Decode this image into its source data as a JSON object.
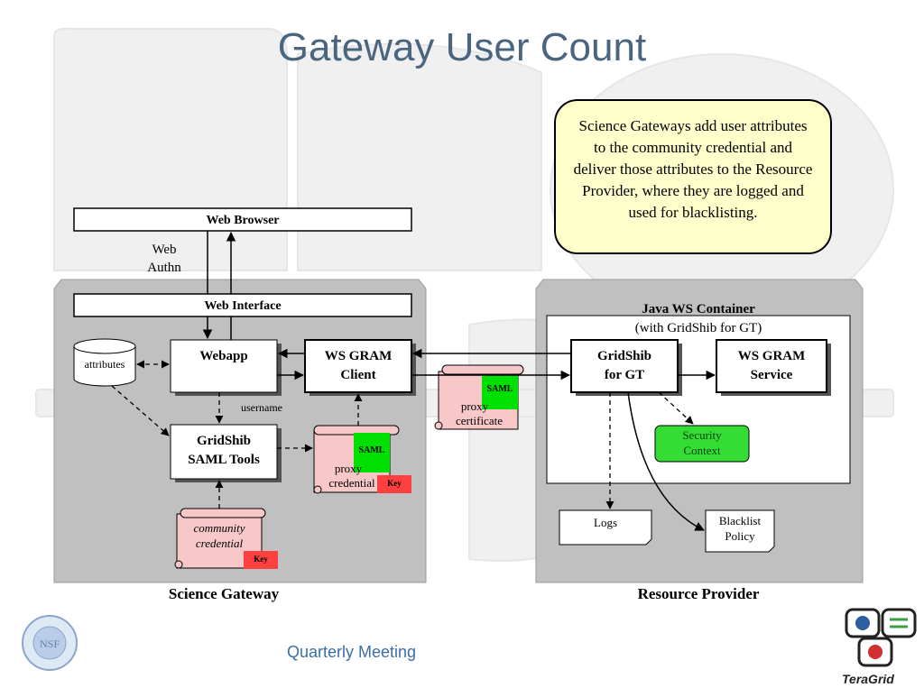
{
  "slide": {
    "title": "Gateway User Count",
    "footer": "Quarterly Meeting",
    "logo_text": "TeraGrid",
    "callout": "Science Gateways add user attributes to the community credential and deliver those attributes to the Resource Provider, where they are logged and used for blacklisting."
  },
  "gateway": {
    "panel_label": "Science Gateway",
    "web_browser": "Web Browser",
    "web_authn_line1": "Web",
    "web_authn_line2": "Authn",
    "web_interface": "Web Interface",
    "attributes": "attributes",
    "webapp": "Webapp",
    "ws_gram_client_line1": "WS GRAM",
    "ws_gram_client_line2": "Client",
    "username": "username",
    "gridshib_saml_line1": "GridShib",
    "gridshib_saml_line2": "SAML Tools",
    "proxy_cred_line1": "proxy",
    "proxy_cred_line2": "credential",
    "community_cred_line1": "community",
    "community_cred_line2": "credential",
    "saml_tag": "SAML",
    "key_tag": "Key"
  },
  "transfer": {
    "proxy_cert_line1": "proxy",
    "proxy_cert_line2": "certificate",
    "saml_tag": "SAML"
  },
  "provider": {
    "panel_label": "Resource Provider",
    "container_title": "Java WS Container",
    "container_subtitle": "(with GridShib for GT)",
    "gridshib_gt_line1": "GridShib",
    "gridshib_gt_line2": "for GT",
    "ws_gram_service_line1": "WS GRAM",
    "ws_gram_service_line2": "Service",
    "security_context_line1": "Security",
    "security_context_line2": "Context",
    "logs": "Logs",
    "blacklist_line1": "Blacklist",
    "blacklist_line2": "Policy"
  },
  "colors": {
    "title": "#4a6580",
    "panel": "#c0c0c0",
    "callout": "#ffffcc",
    "scroll": "#f8c8c8",
    "saml": "#00e000",
    "key": "#ff4040",
    "security": "#33dd33",
    "footer": "#3b6ea8"
  }
}
